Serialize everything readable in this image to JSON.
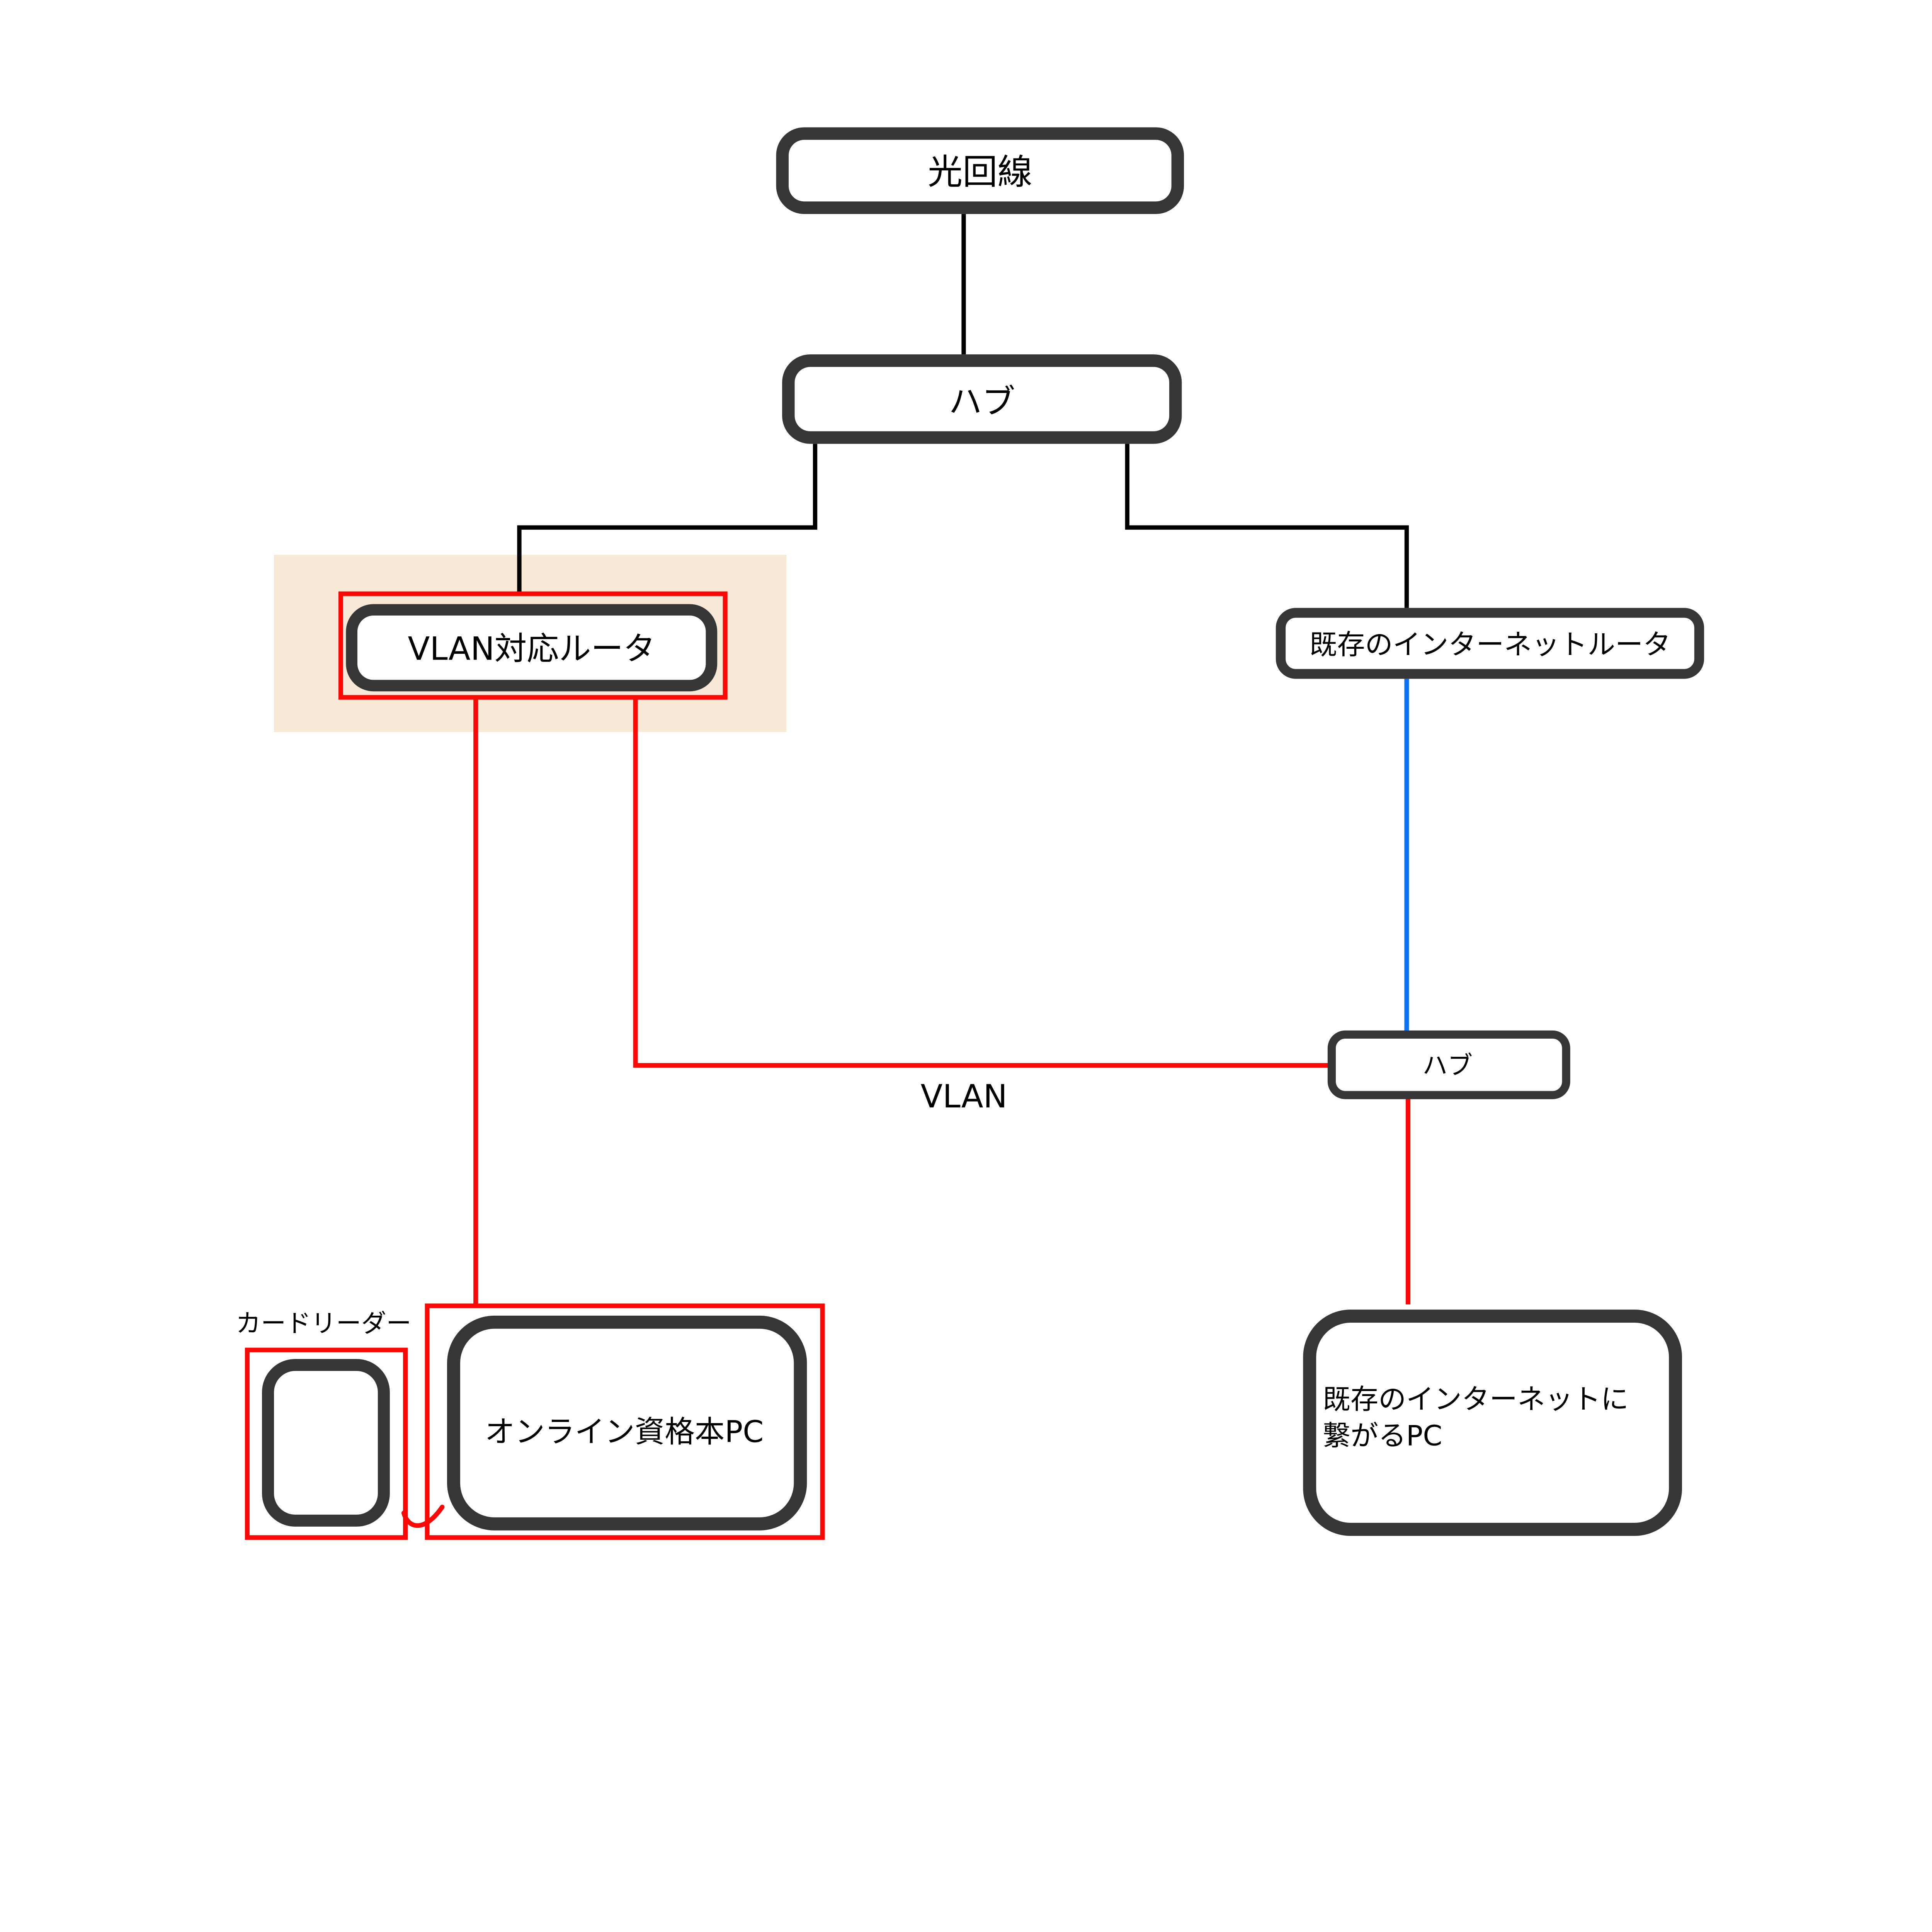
{
  "diagram": {
    "background_color": "#ffffff",
    "colors": {
      "box-stroke": "#363636",
      "line-black": "#000000",
      "line-red": "#fb0806",
      "line-blue": "#0b72f5",
      "highlight": "#f8e8d6",
      "text": "#000000"
    },
    "nodes": {
      "optical_line": {
        "label": "光回線"
      },
      "hub_top": {
        "label": "ハブ"
      },
      "vlan_router": {
        "label": "VLAN対応ルータ"
      },
      "existing_router": {
        "label": "既存のインターネットルータ"
      },
      "hub_bottom": {
        "label": "ハブ"
      },
      "card_reader": {
        "label": "カードリーダー"
      },
      "online_eligibility_pc": {
        "label": "オンライン資格本PC"
      },
      "existing_internet_pc": {
        "label_line1": "既存のインターネットに",
        "label_line2": "繋がるPC"
      }
    },
    "edge_labels": {
      "vlan": "VLAN"
    }
  }
}
